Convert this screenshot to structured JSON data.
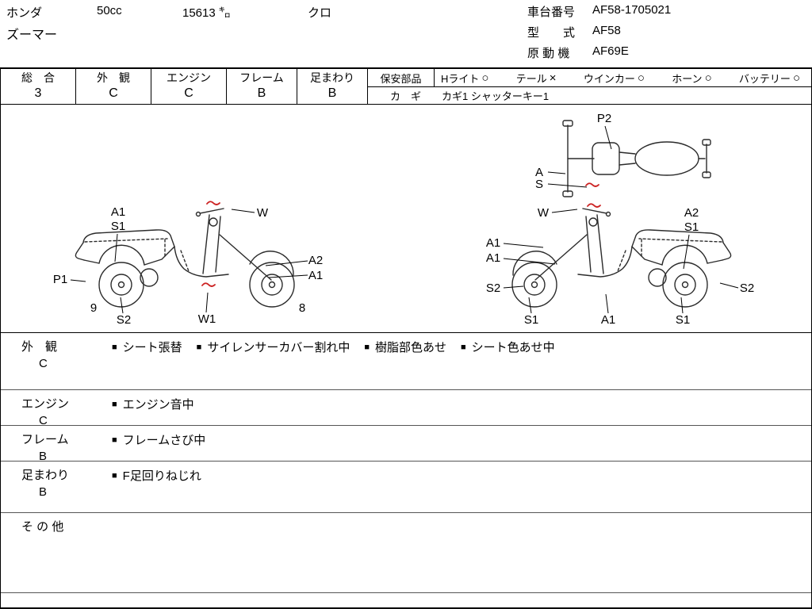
{
  "header": {
    "maker": "ホンダ",
    "displacement": "50cc",
    "mileage": "15613 ㌔",
    "color": "クロ",
    "model_name": "ズーマー",
    "chassis": {
      "label": "車台番号",
      "value": "AF58-1705021"
    },
    "model_code": {
      "label": "型　　式",
      "value": "AF58"
    },
    "engine_code": {
      "label": "原 動 機",
      "value": "AF69E"
    }
  },
  "grades": {
    "overall": {
      "label": "総　合",
      "value": "3"
    },
    "exterior": {
      "label": "外　観",
      "value": "C"
    },
    "engine": {
      "label": "エンジン",
      "value": "C"
    },
    "frame": {
      "label": "フレーム",
      "value": "B"
    },
    "undercarriage": {
      "label": "足まわり",
      "value": "B"
    }
  },
  "safety": {
    "label": "保安部品",
    "items": [
      {
        "name": "Hライト",
        "status": "○"
      },
      {
        "name": "テール",
        "status": "×"
      },
      {
        "name": "ウインカー",
        "status": "○"
      },
      {
        "name": "ホーン",
        "status": "○"
      },
      {
        "name": "バッテリー",
        "status": "○"
      }
    ],
    "keys": {
      "label": "カ　ギ",
      "value": "カギ1 シャッターキー1"
    }
  },
  "diagram": {
    "left_view": [
      "A1",
      "S1",
      "W",
      "A2",
      "A1",
      "P1",
      "9",
      "S2",
      "W1",
      "8"
    ],
    "top_view": [
      "P2",
      "A",
      "S"
    ],
    "right_view": [
      "W",
      "A1",
      "A1",
      "S2",
      "S1",
      "A1",
      "A2",
      "S1",
      "S2",
      "S1"
    ]
  },
  "comments": {
    "exterior": {
      "label": "外　観",
      "grade": "C",
      "items": [
        "シート張替",
        "サイレンサーカバー割れ中",
        "樹脂部色あせ",
        "シート色あせ中"
      ]
    },
    "engine": {
      "label": "エンジン",
      "grade": "C",
      "items": [
        "エンジン音中"
      ]
    },
    "frame": {
      "label": "フレーム",
      "grade": "B",
      "items": [
        "フレームさび中"
      ]
    },
    "undercarriage": {
      "label": "足まわり",
      "grade": "B",
      "items": [
        "F足回りねじれ"
      ]
    },
    "other": {
      "label": "そ の 他",
      "grade": "",
      "items": []
    }
  },
  "icons": {
    "bullet": "■"
  },
  "colors": {
    "accent_red": "#cc2222",
    "line": "#000000"
  }
}
